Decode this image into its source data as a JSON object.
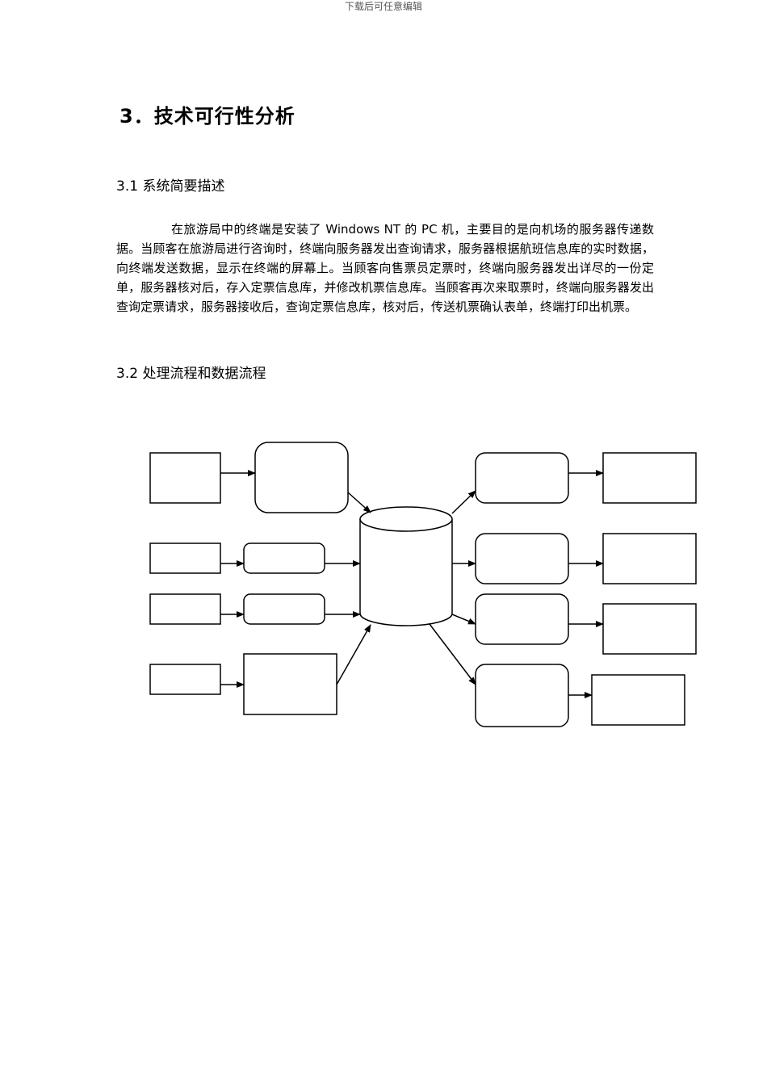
{
  "header": {
    "note": "下载后可任意编辑"
  },
  "section": {
    "title": "3．技术可行性分析"
  },
  "subsections": [
    {
      "title": "3.1 系统简要描述",
      "paragraph": "在旅游局中的终端是安装了 Windows NT 的 PC 机，主要目的是向机场的服务器传递数据。当顾客在旅游局进行咨询时，终端向服务器发出查询请求，服务器根据航班信息库的实时数据，向终端发送数据，显示在终端的屏幕上。当顾客向售票员定票时，终端向服务器发出详尽的一份定单，服务器核对后，存入定票信息库，并修改机票信息库。当顾客再次来取票时，终端向服务器发出查询定票请求，服务器接收后，查询定票信息库，核对后，传送机票确认表单，终端打印出机票。"
    },
    {
      "title": "3.2 处理流程和数据流程"
    }
  ]
}
